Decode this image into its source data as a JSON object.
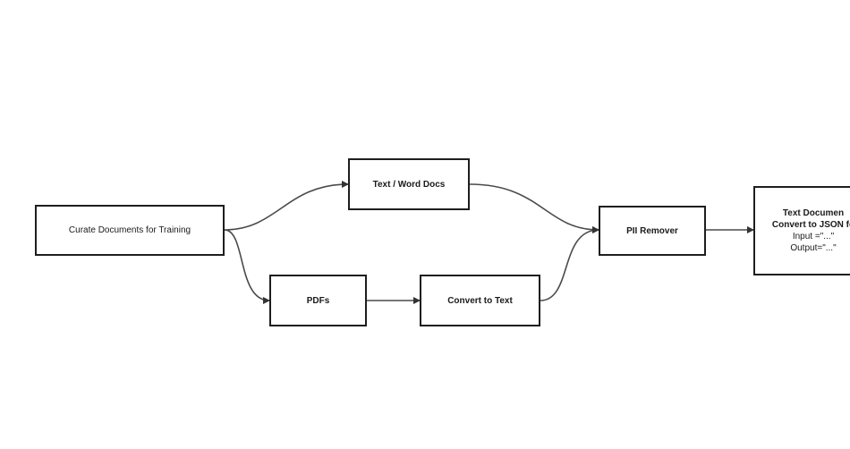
{
  "diagram": {
    "nodes": {
      "curate": {
        "label": "Curate Documents for Training"
      },
      "text_word": {
        "label": "Text / Word Docs"
      },
      "pdfs": {
        "label": "PDFs"
      },
      "convert_text": {
        "label": "Convert to Text"
      },
      "pii": {
        "label": "PII Remover"
      },
      "json": {
        "lines": [
          "Text Documen",
          "Convert to JSON fo",
          "Input =\"...\"",
          "Output=\"...\""
        ]
      }
    },
    "edges": [
      {
        "from": "Curate Documents for Training",
        "to": "Text / Word Docs"
      },
      {
        "from": "Curate Documents for Training",
        "to": "PDFs"
      },
      {
        "from": "PDFs",
        "to": "Convert to Text"
      },
      {
        "from": "Text / Word Docs",
        "to": "PII Remover"
      },
      {
        "from": "Convert to Text",
        "to": "PII Remover"
      },
      {
        "from": "PII Remover",
        "to": "Text Documen"
      }
    ]
  }
}
